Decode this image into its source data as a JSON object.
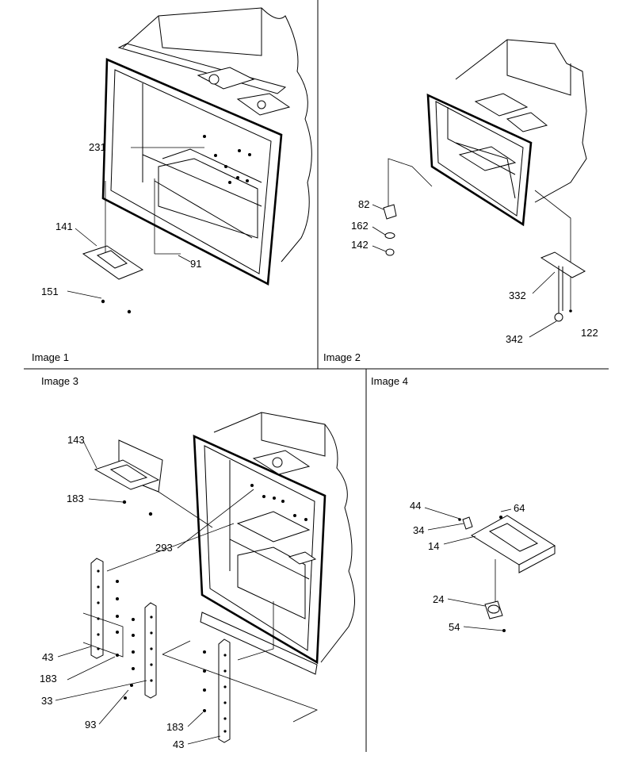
{
  "panels": {
    "p1": {
      "caption": "Image 1",
      "callouts": [
        "231",
        "141",
        "151",
        "91"
      ]
    },
    "p2": {
      "caption": "Image 2",
      "callouts": [
        "82",
        "162",
        "142",
        "332",
        "342",
        "122"
      ]
    },
    "p3": {
      "caption": "Image 3",
      "callouts": [
        "143",
        "183",
        "293",
        "43",
        "183",
        "33",
        "93",
        "183",
        "43"
      ]
    },
    "p4": {
      "caption": "Image 4",
      "callouts": [
        "44",
        "64",
        "34",
        "14",
        "24",
        "54"
      ]
    }
  }
}
